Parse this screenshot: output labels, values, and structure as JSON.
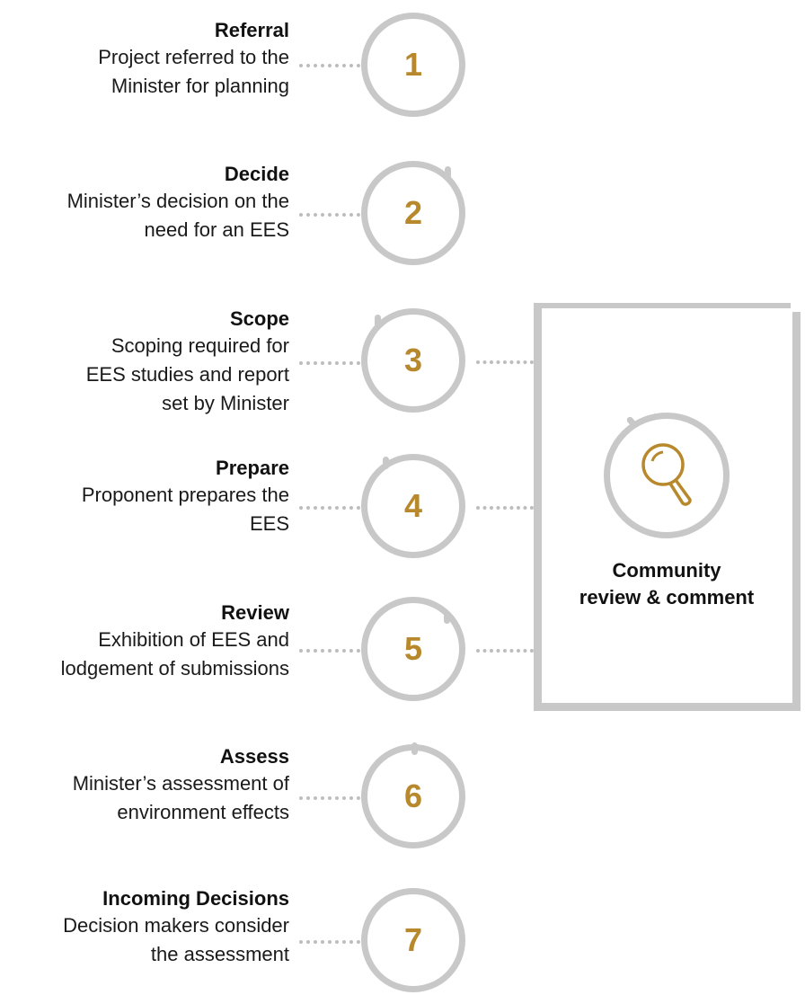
{
  "steps": [
    {
      "number": "1",
      "title": "Referral",
      "desc_lines": [
        "Project referred to the",
        "Minister for planning"
      ]
    },
    {
      "number": "2",
      "title": "Decide",
      "desc_lines": [
        "Minister’s decision on the",
        "need for an EES"
      ]
    },
    {
      "number": "3",
      "title": "Scope",
      "desc_lines": [
        "Scoping required for",
        "EES studies and report",
        "set by Minister"
      ]
    },
    {
      "number": "4",
      "title": "Prepare",
      "desc_lines": [
        "Proponent prepares the",
        "EES"
      ]
    },
    {
      "number": "5",
      "title": "Review",
      "desc_lines": [
        "Exhibition of EES and",
        "lodgement of submissions"
      ]
    },
    {
      "number": "6",
      "title": "Assess",
      "desc_lines": [
        "Minister’s assessment of",
        "environment effects"
      ]
    },
    {
      "number": "7",
      "title": "Incoming Decisions",
      "desc_lines": [
        "Decision makers consider",
        "the assessment"
      ]
    }
  ],
  "community_box": {
    "title_lines": [
      "Community",
      "review & comment"
    ],
    "icon": "magnifying-glass-icon"
  },
  "colors": {
    "number": "#b8892c",
    "circle": "#c8c8c8",
    "connector": "#bdbdbd"
  }
}
